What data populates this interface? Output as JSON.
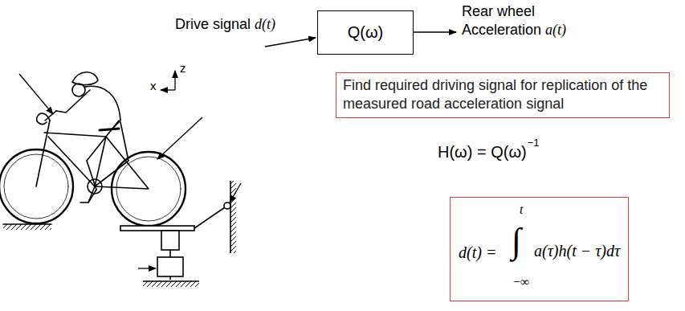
{
  "diagram": {
    "nodes": [
      {
        "text": [
          "Q(ω)"
        ]
      },
      {
        "text": [
          "Find required driving signal for replication of the measured road acceleration signal"
        ]
      },
      {
        "text": [
          "d(t) =",
          "∫",
          "t",
          "−∞",
          "a(τ)h(t − τ)dτ"
        ]
      }
    ],
    "labels": [
      "Drive signal",
      "d(t)",
      "Rear wheel",
      "Acceleration",
      "a(t)",
      "H(ω) = Q(ω)",
      "−1",
      "x",
      "z"
    ]
  }
}
